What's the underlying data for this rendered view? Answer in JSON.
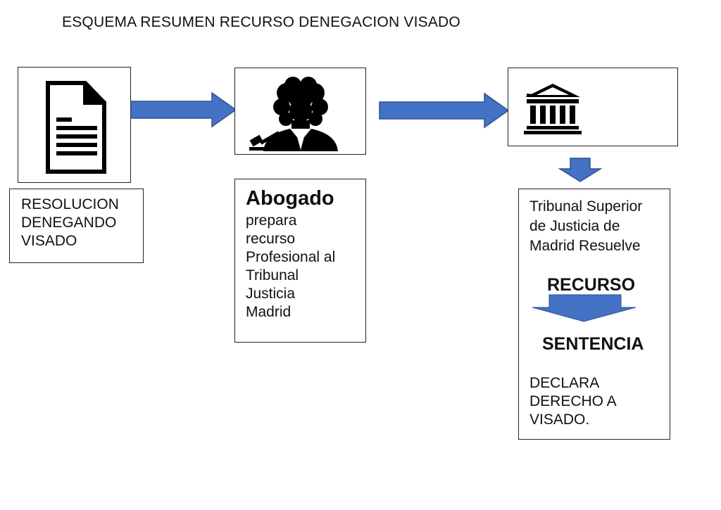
{
  "title": "ESQUEMA RESUMEN RECURSO DENEGACION VISADO",
  "step1": {
    "icon": "document-icon",
    "lines": [
      "RESOLUCION",
      "DENEGANDO",
      "VISADO"
    ]
  },
  "step2": {
    "icon": "lawyer-icon",
    "heading": "Abogado",
    "lines": [
      "prepara",
      "recurso",
      "Profesional al",
      "Tribunal",
      "Justicia",
      "Madrid"
    ]
  },
  "step3": {
    "icon": "courthouse-icon",
    "lines": [
      "Tribunal Superior",
      "de Justicia de",
      "Madrid Resuelve"
    ],
    "recurso": "RECURSO",
    "sentencia": "SENTENCIA",
    "result_lines": [
      "DECLARA",
      "DERECHO A",
      "VISADO."
    ]
  },
  "colors": {
    "arrow": "#4472c4",
    "arrow_outline": "#2f528f",
    "border": "#222222",
    "icon": "#000000"
  }
}
